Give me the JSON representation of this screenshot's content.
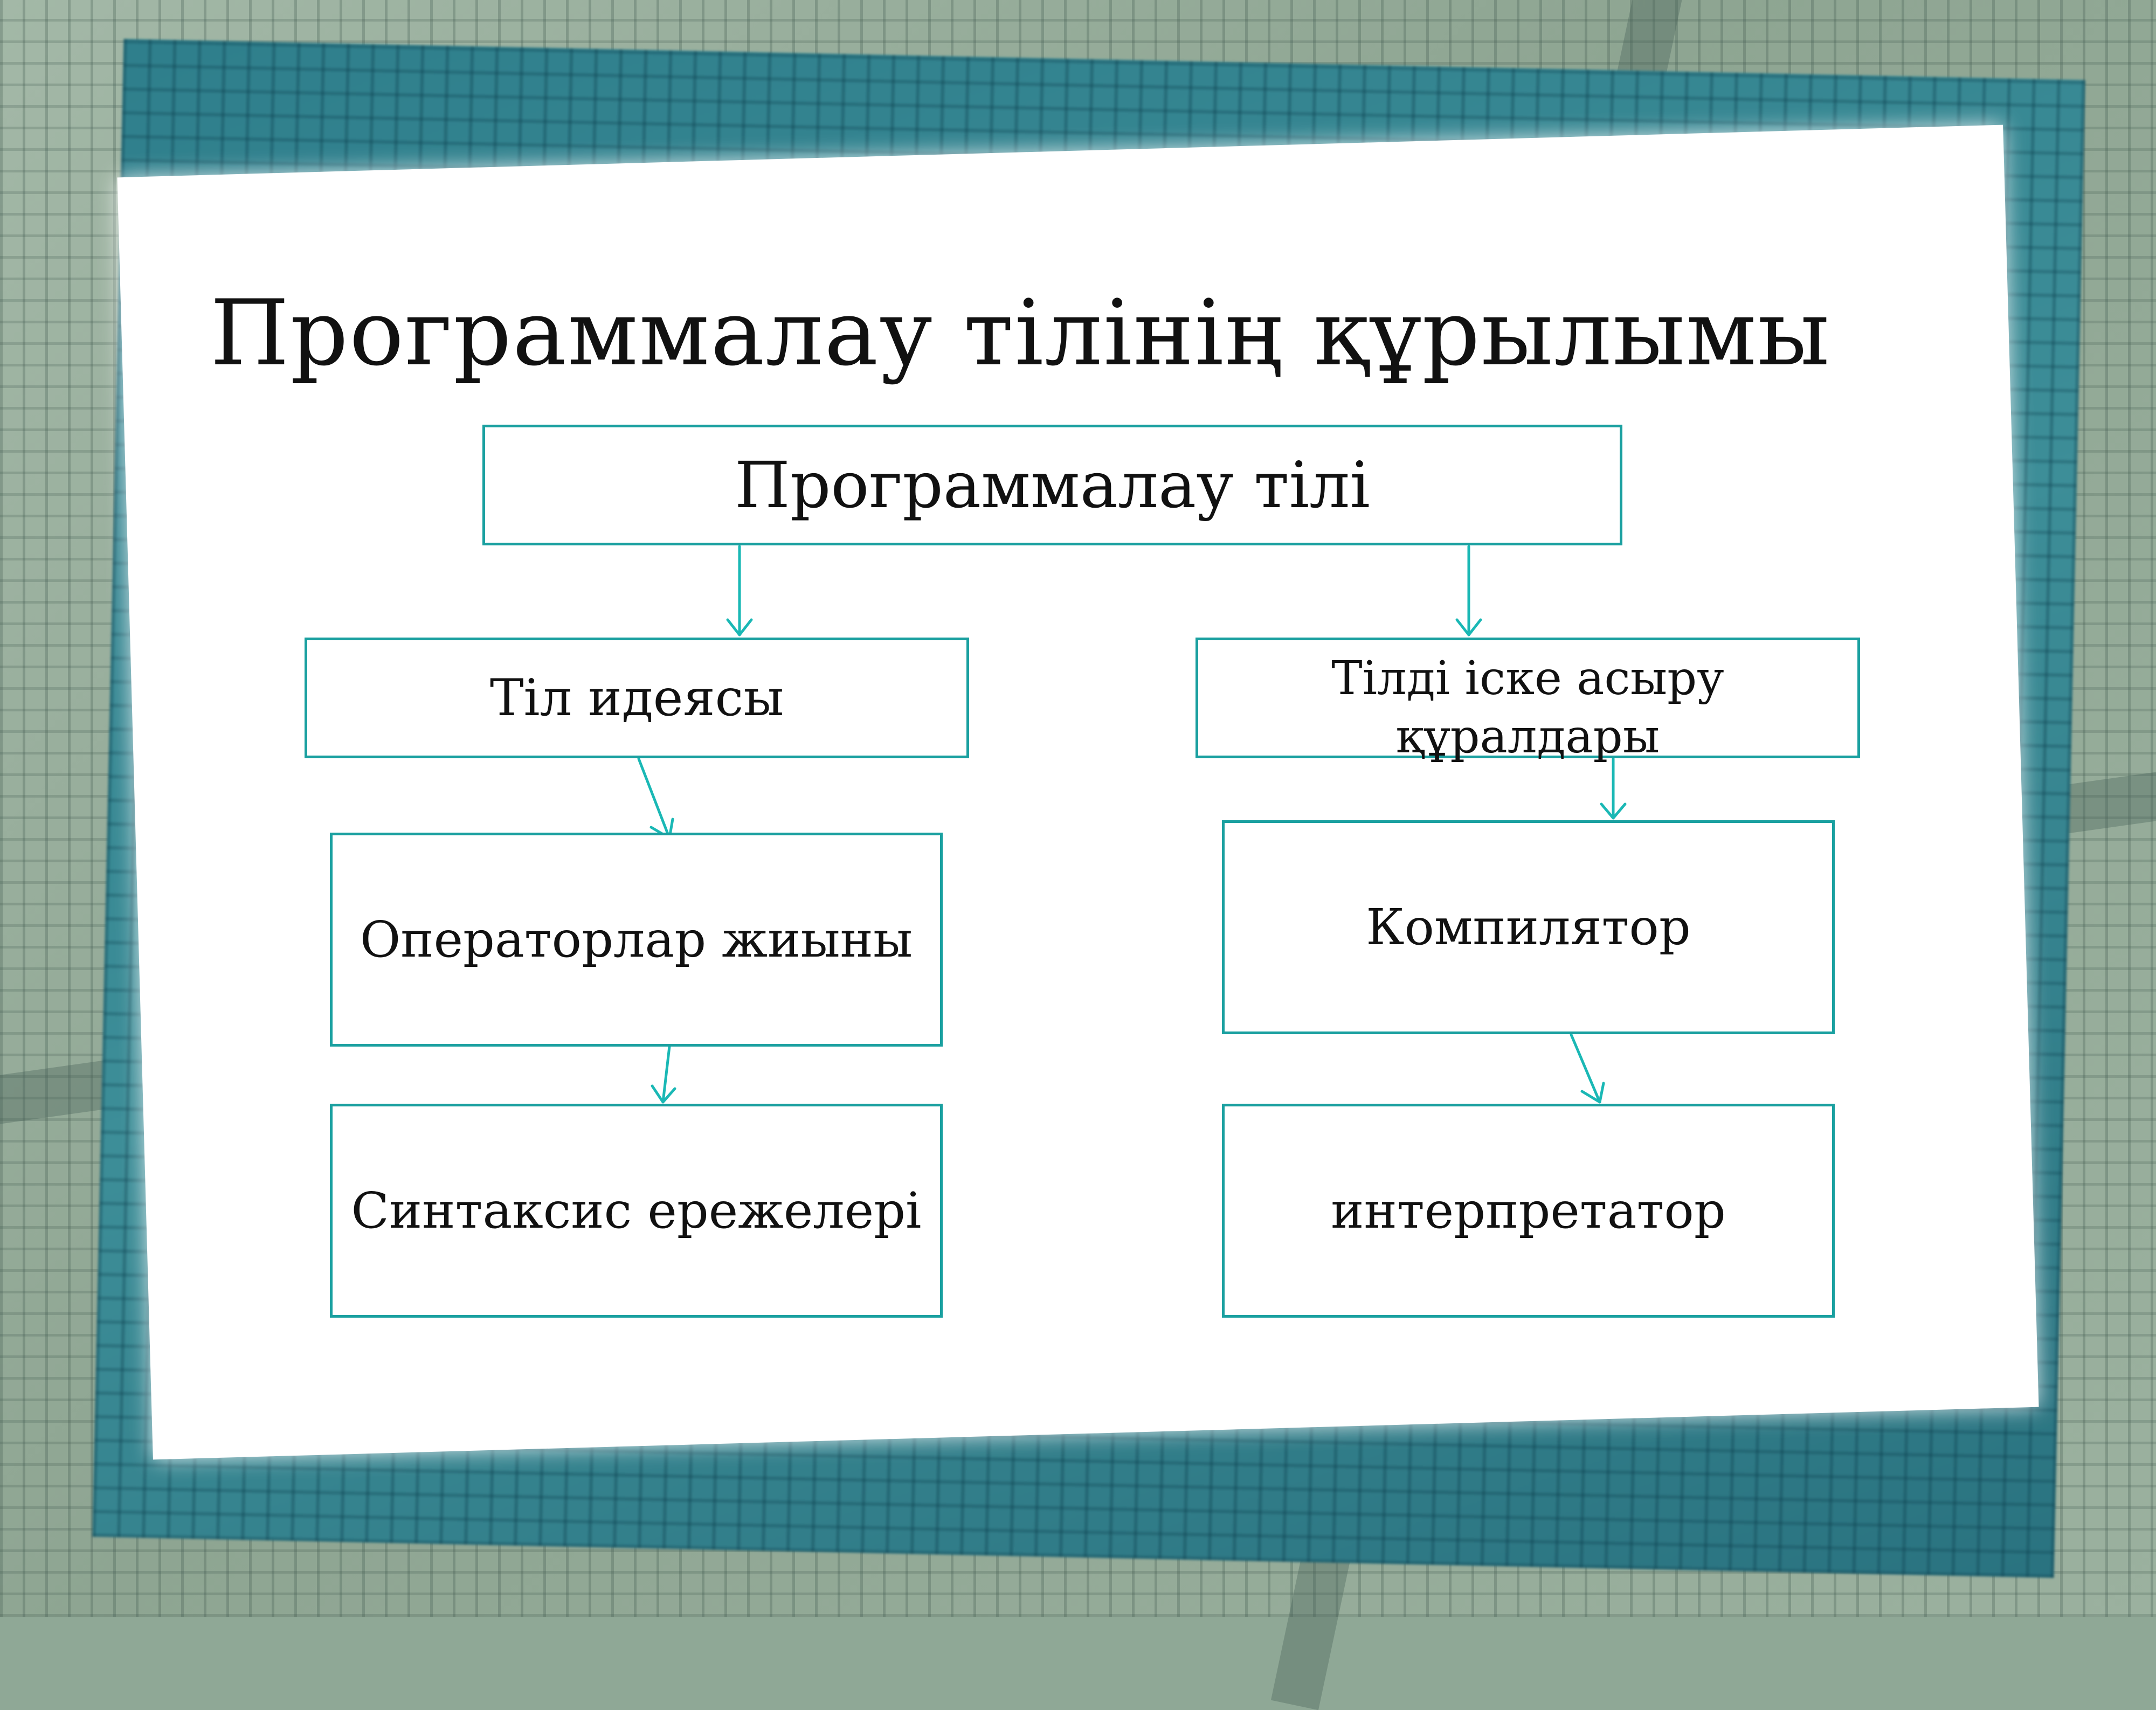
{
  "title": "Программалау тілінің құрылымы",
  "diagram": {
    "root": "Программалау тілі",
    "left_branch": {
      "label": "Тіл идеясы",
      "children": [
        "Операторлар жиыны",
        "Синтаксис ережелері"
      ]
    },
    "right_branch": {
      "label": "Тілді іске асыру құралдары",
      "children": [
        "Компилятор",
        "интерпретатор"
      ]
    }
  },
  "colors": {
    "accent": "#1aa0a0",
    "frame": "#2f7f8c",
    "background": "#8fa896"
  }
}
